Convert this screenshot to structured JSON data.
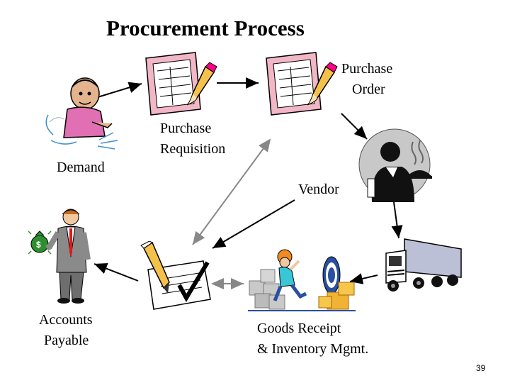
{
  "slide": {
    "title": "Procurement Process",
    "page_number": "39"
  },
  "nodes": {
    "demand": {
      "label": "Demand"
    },
    "purchase_requisition": {
      "label_line1": "Purchase",
      "label_line2": "Requisition"
    },
    "purchase_order": {
      "label_line1": "Purchase",
      "label_line2": "Order"
    },
    "vendor": {
      "label": "Vendor"
    },
    "goods_receipt": {
      "label_line1": "Goods Receipt",
      "label_line2": "& Inventory Mgmt."
    },
    "accounts_payable": {
      "label_line1": "Accounts",
      "label_line2": "Payable"
    }
  }
}
